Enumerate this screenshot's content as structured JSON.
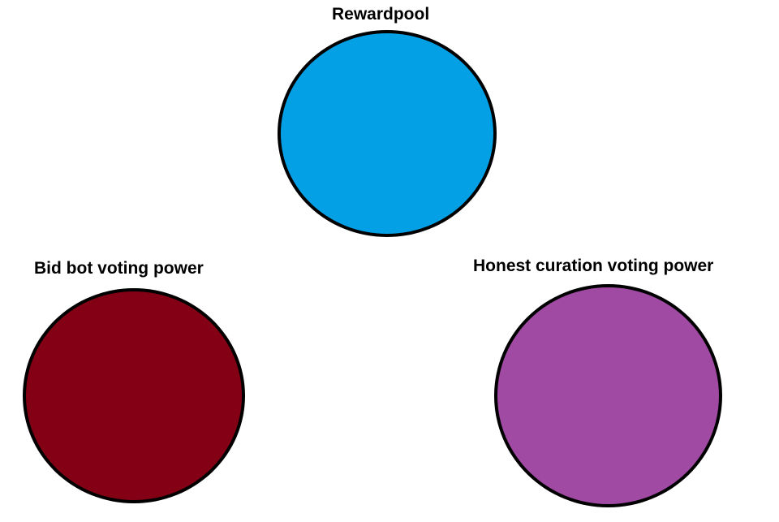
{
  "nodes": [
    {
      "id": "rewardpool",
      "label": "Rewardpool",
      "color": "#04a0e6"
    },
    {
      "id": "bidbot",
      "label": "Bid bot voting power",
      "color": "#840015"
    },
    {
      "id": "honest",
      "label": "Honest curation voting power",
      "color": "#a04aa4"
    }
  ]
}
